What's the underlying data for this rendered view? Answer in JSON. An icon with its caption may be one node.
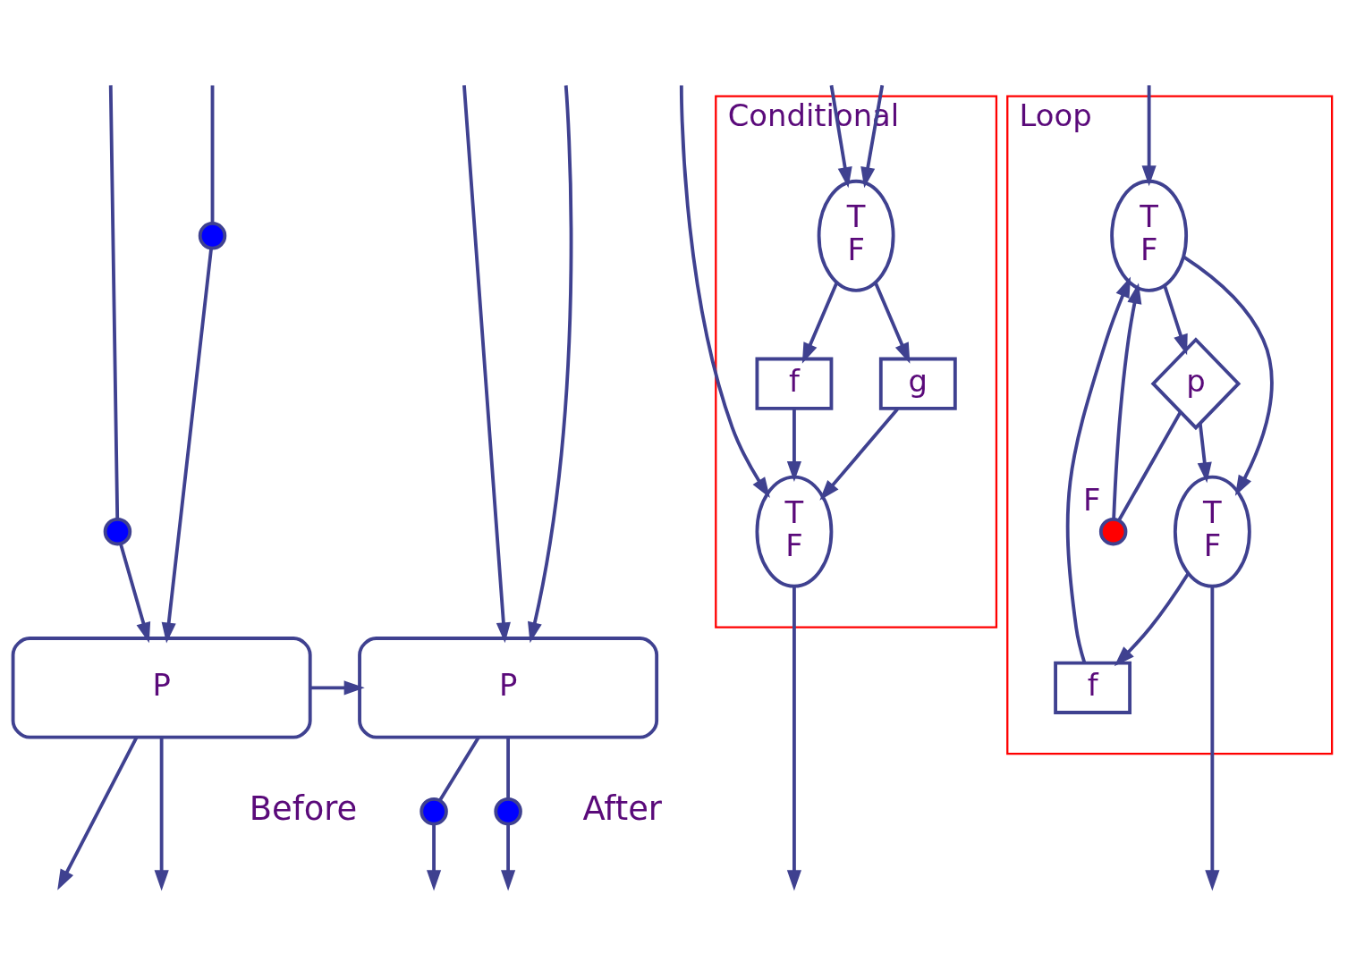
{
  "diagram": {
    "nodes": [
      {
        "text": [],
        "shape": "circle"
      },
      {
        "text": [],
        "shape": "circle"
      },
      {
        "text": [
          "P"
        ]
      },
      {
        "text": [
          "P"
        ]
      },
      {
        "text": [],
        "shape": "circle"
      },
      {
        "text": [],
        "shape": "circle"
      },
      {
        "text": [
          "Conditional"
        ]
      },
      {
        "text": [
          "T",
          "F"
        ],
        "in": 6
      },
      {
        "text": [
          "f"
        ],
        "in": 6
      },
      {
        "text": [
          "g"
        ],
        "in": 6
      },
      {
        "text": [
          "T",
          "F"
        ],
        "in": 6
      },
      {
        "text": [
          "Loop"
        ]
      },
      {
        "text": [
          "T",
          "F"
        ],
        "in": 11
      },
      {
        "text": [],
        "shape": "circle",
        "beside": [
          "F"
        ],
        "in": 11
      },
      {
        "text": [
          "p"
        ],
        "in": 11
      },
      {
        "text": [
          "T",
          "F"
        ],
        "in": 11
      },
      {
        "text": [
          "f"
        ],
        "in": 11
      }
    ],
    "edges": [
      {
        "from": null,
        "to": 0,
        "arrow": "none"
      },
      {
        "from": 0,
        "to": 2,
        "arrow": "to"
      },
      {
        "from": null,
        "to": 1,
        "arrow": "none"
      },
      {
        "from": 1,
        "to": 2,
        "arrow": "to"
      },
      {
        "from": 2,
        "to": null,
        "arrow": "to"
      },
      {
        "from": 2,
        "to": null,
        "arrow": "to"
      },
      {
        "from": 2,
        "to": 3,
        "arrow": "to"
      },
      {
        "from": null,
        "to": 3,
        "arrow": "to"
      },
      {
        "from": null,
        "to": 3,
        "arrow": "to"
      },
      {
        "from": 3,
        "to": 4,
        "arrow": "none"
      },
      {
        "from": 4,
        "to": null,
        "arrow": "to"
      },
      {
        "from": 3,
        "to": 5,
        "arrow": "none"
      },
      {
        "from": 5,
        "to": null,
        "arrow": "to"
      },
      {
        "from": null,
        "to": 7,
        "arrow": "to"
      },
      {
        "from": null,
        "to": 7,
        "arrow": "to"
      },
      {
        "from": null,
        "to": 10,
        "arrow": "to"
      },
      {
        "from": 7,
        "to": 8,
        "arrow": "to"
      },
      {
        "from": 7,
        "to": 9,
        "arrow": "to"
      },
      {
        "from": 8,
        "to": 10,
        "arrow": "to"
      },
      {
        "from": 9,
        "to": 10,
        "arrow": "to"
      },
      {
        "from": 10,
        "to": null,
        "arrow": "to"
      },
      {
        "from": null,
        "to": 12,
        "arrow": "to"
      },
      {
        "from": 12,
        "to": 15,
        "arrow": "to"
      },
      {
        "from": 12,
        "to": 14,
        "arrow": "to"
      },
      {
        "from": 14,
        "to": 13,
        "arrow": "none"
      },
      {
        "from": 13,
        "to": 12,
        "arrow": "to"
      },
      {
        "from": 14,
        "to": 15,
        "arrow": "to"
      },
      {
        "from": 15,
        "to": 16,
        "arrow": "to"
      },
      {
        "from": 15,
        "to": null,
        "arrow": "to"
      },
      {
        "from": 16,
        "to": 12,
        "arrow": "to"
      }
    ],
    "labels": [
      "Before",
      "After"
    ]
  }
}
